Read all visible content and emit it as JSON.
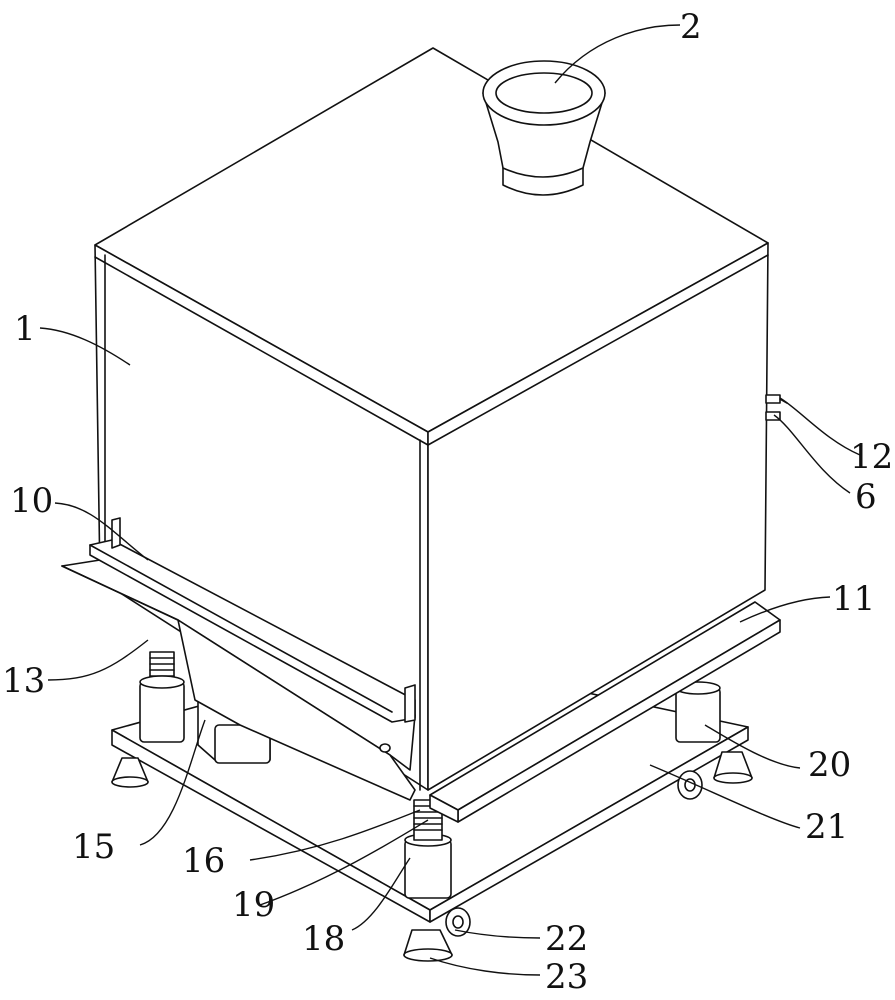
{
  "labels": {
    "l1": "1",
    "l2": "2",
    "l6": "6",
    "l10": "10",
    "l11": "11",
    "l12": "12",
    "l13": "13",
    "l15": "15",
    "l16": "16",
    "l18": "18",
    "l19": "19",
    "l20": "20",
    "l21": "21",
    "l22": "22",
    "l23": "23"
  }
}
